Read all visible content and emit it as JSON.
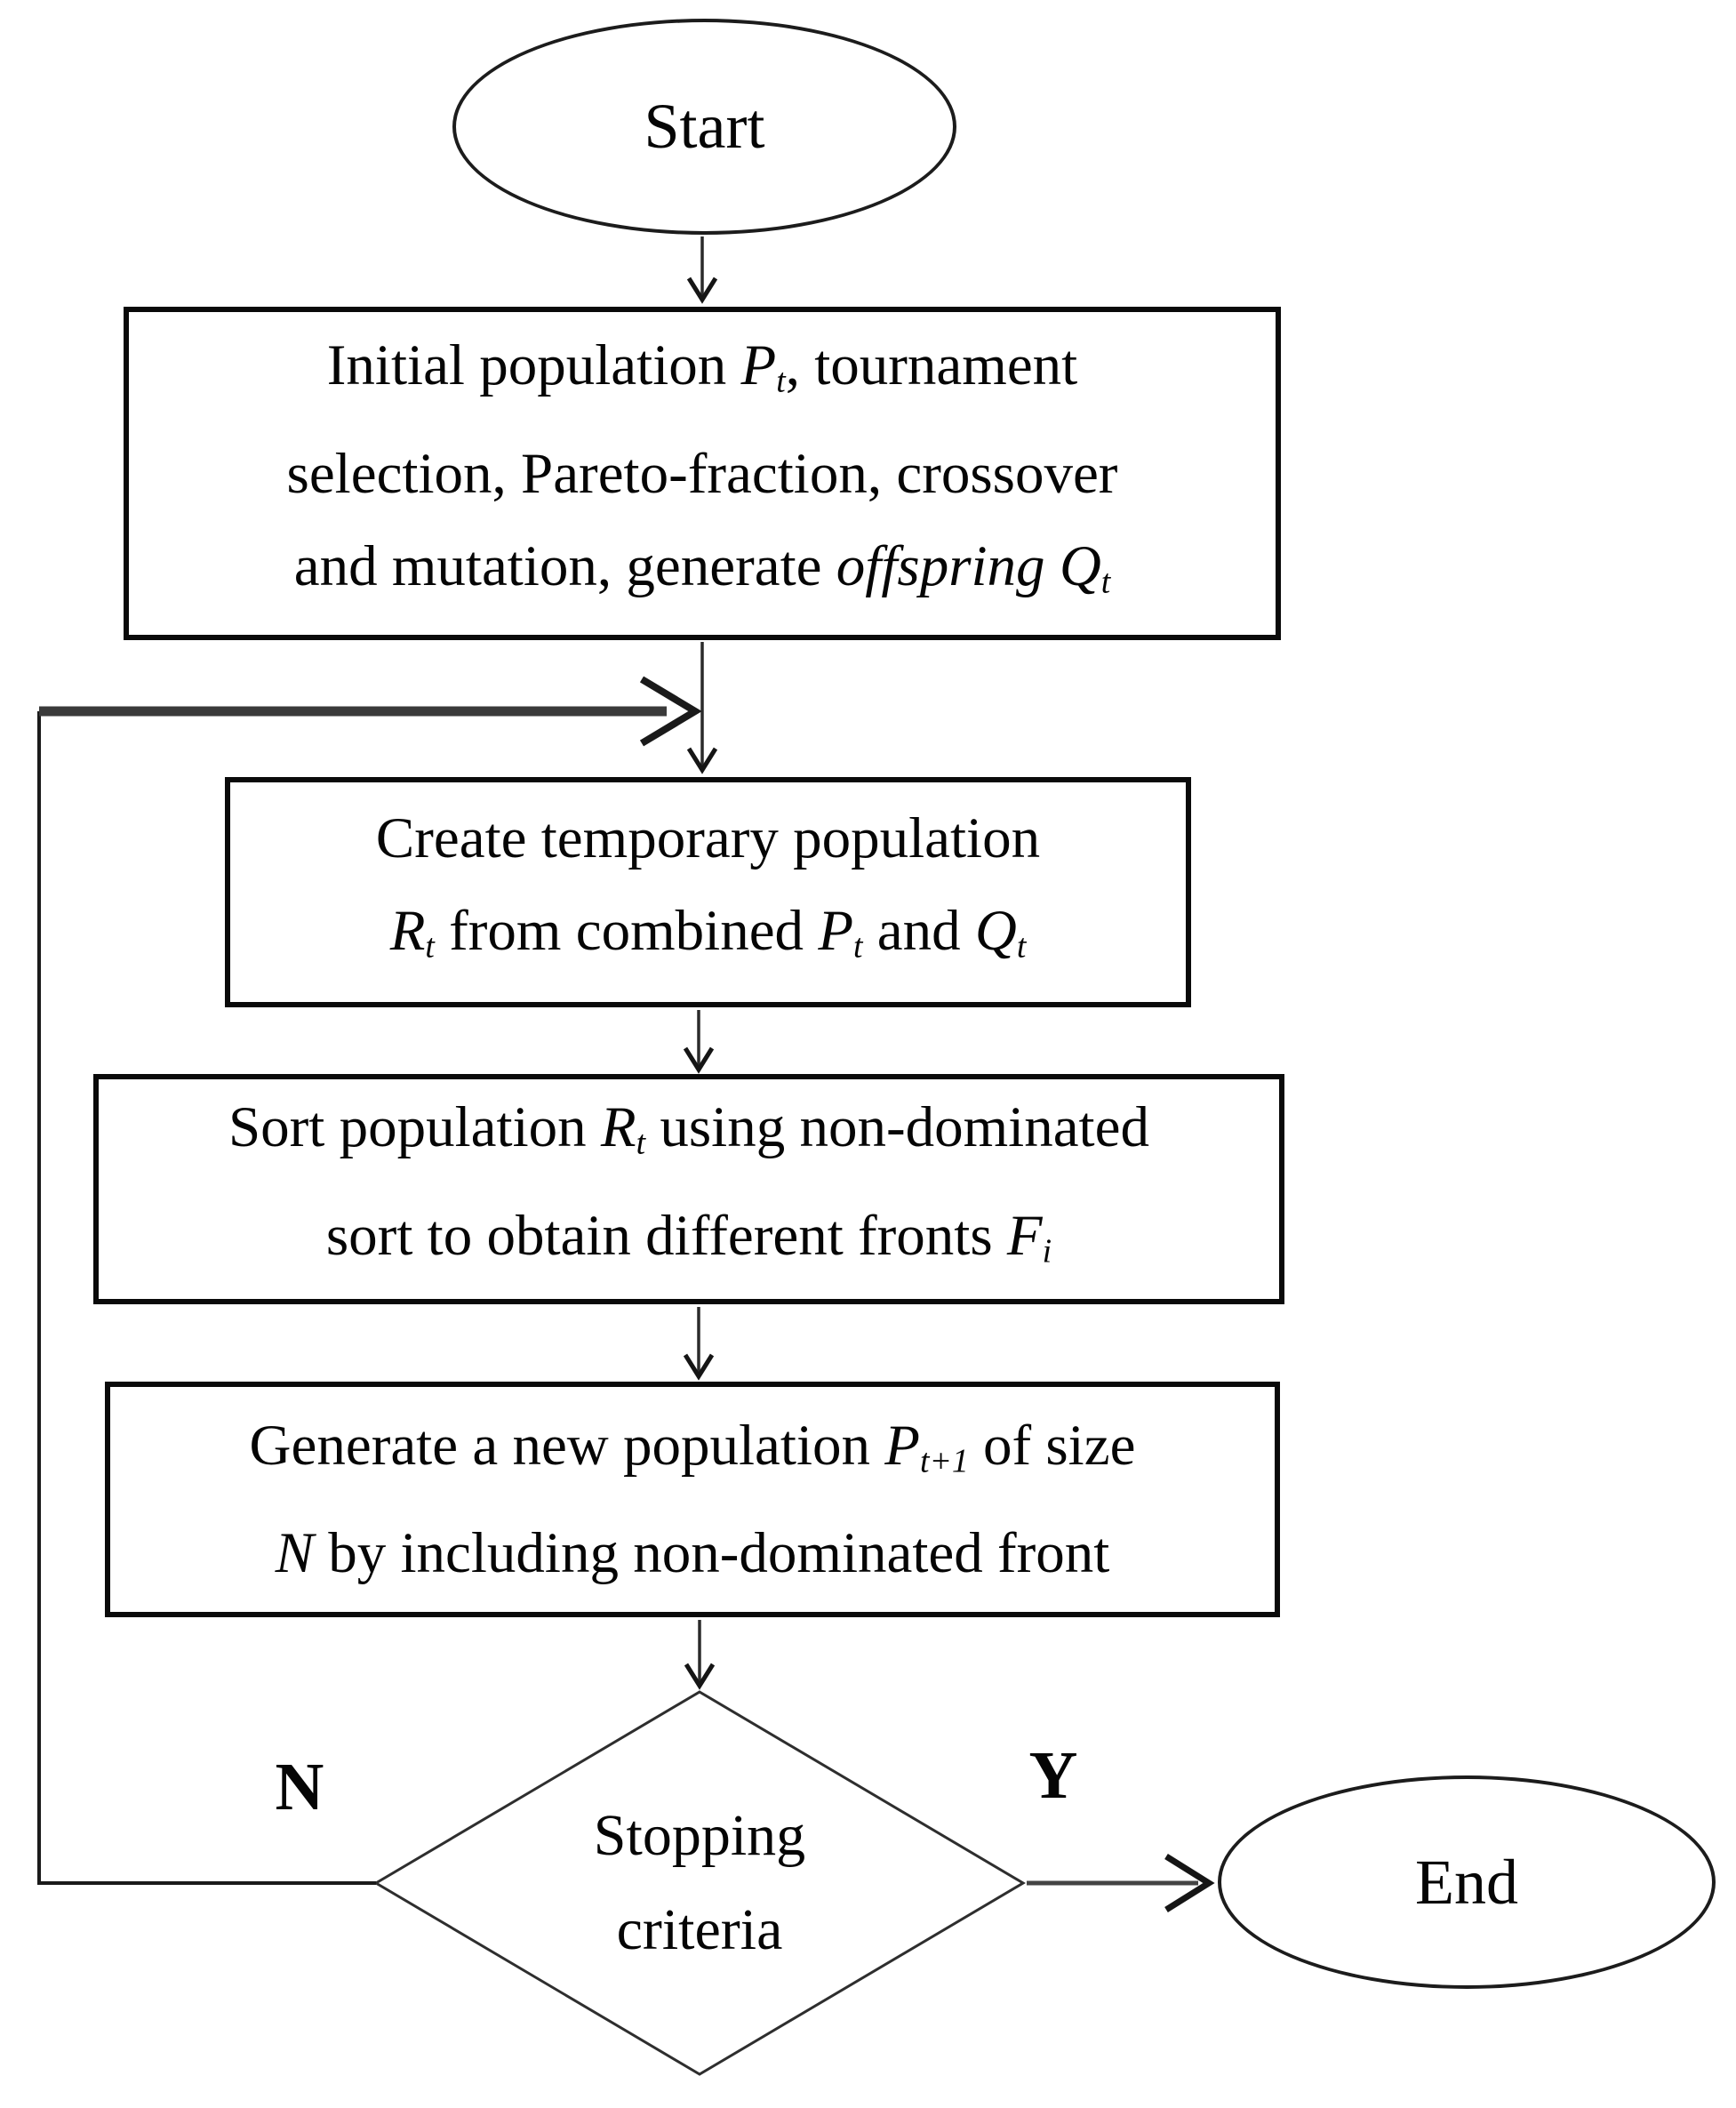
{
  "diagram": {
    "title": "NSGA-II genetic algorithm flowchart",
    "colors": {
      "ink": "#050505",
      "box_border": "#0a0a0a",
      "shape_outline": "#2e2e2e",
      "loop_line": "#3a3a3a"
    }
  },
  "nodes": {
    "start": {
      "label": "Start"
    },
    "init": {
      "lines": [
        [
          {
            "t": "Initial population "
          },
          {
            "t": "P",
            "i": true
          },
          {
            "t": "t",
            "sub": true
          },
          {
            "t": ", tournament"
          }
        ],
        [
          {
            "t": "selection, Pareto-fraction, crossover"
          }
        ],
        [
          {
            "t": "and mutation, generate "
          },
          {
            "t": "offspring ",
            "i": true
          },
          {
            "t": "Q",
            "i": true
          },
          {
            "t": "t",
            "sub": true
          }
        ]
      ]
    },
    "create_temp": {
      "lines": [
        [
          {
            "t": "Create temporary population"
          }
        ],
        [
          {
            "t": "R",
            "i": true
          },
          {
            "t": "t",
            "sub": true
          },
          {
            "t": " from combined "
          },
          {
            "t": "P",
            "i": true
          },
          {
            "t": "t",
            "sub": true
          },
          {
            "t": " and "
          },
          {
            "t": "Q",
            "i": true
          },
          {
            "t": "t",
            "sub": true
          }
        ]
      ]
    },
    "sort": {
      "lines": [
        [
          {
            "t": "Sort population "
          },
          {
            "t": "R",
            "i": true
          },
          {
            "t": "t",
            "sub": true
          },
          {
            "t": " using non-dominated"
          }
        ],
        [
          {
            "t": "sort to obtain different fronts "
          },
          {
            "t": "F",
            "i": true
          },
          {
            "t": "i",
            "sub": true
          }
        ]
      ]
    },
    "generate": {
      "lines": [
        [
          {
            "t": "Generate a new population "
          },
          {
            "t": "P",
            "i": true
          },
          {
            "t": "t+1",
            "sub": true
          },
          {
            "t": " of size"
          }
        ],
        [
          {
            "t": "N",
            "i": true
          },
          {
            "t": " by including non-dominated front"
          }
        ]
      ]
    },
    "decision": {
      "lines": [
        [
          {
            "t": "Stopping"
          }
        ],
        [
          {
            "t": "criteria"
          }
        ]
      ]
    },
    "end": {
      "label": "End"
    }
  },
  "branch": {
    "no": "N",
    "yes": "Y"
  }
}
